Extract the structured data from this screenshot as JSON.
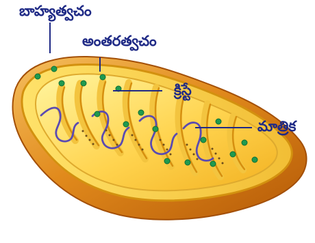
{
  "labels": {
    "outer_membrane": "బాహ్యత్వచం",
    "inner_membrane": "అంతరత్వచం",
    "cristae": "క్రిస్టే",
    "matrix": "మాత్రిక"
  },
  "colors": {
    "label_text": "#1f2a86",
    "outer_shell_dark": "#c96a08",
    "outer_shell_light": "#f2b14d",
    "inner_yellow": "#ffe06a",
    "inner_yellow_dark": "#e7a918",
    "granule_green": "#1f9a4f",
    "dna_purple": "#5b4bb1"
  },
  "icons": {
    "diagram": "mitochondrion-diagram-icon"
  }
}
